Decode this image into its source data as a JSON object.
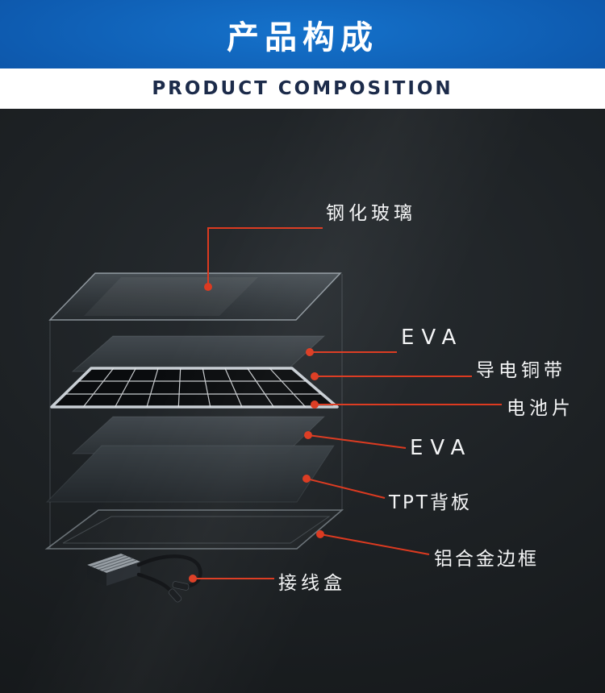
{
  "header": {
    "title_cn": "产品构成",
    "title_en": "PRODUCT COMPOSITION"
  },
  "colors": {
    "banner_blue": "#0e5bb0",
    "banner_text": "#ffffff",
    "subtitle_text": "#1c2b4a",
    "background_dark": "#1d2124",
    "accent_red": "#dc3a20",
    "label_text": "#f4f5f6"
  },
  "diagram": {
    "type": "exploded-view",
    "subject": "solar-panel-module-composition",
    "labels": [
      {
        "id": "tempered-glass",
        "text": "钢化玻璃"
      },
      {
        "id": "eva-top",
        "text": "EVA"
      },
      {
        "id": "copper-ribbon",
        "text": "导电铜带"
      },
      {
        "id": "solar-cell",
        "text": "电池片"
      },
      {
        "id": "eva-bottom",
        "text": "EVA"
      },
      {
        "id": "tpt-backsheet",
        "text": "TPT背板"
      },
      {
        "id": "aluminum-frame",
        "text": "铝合金边框"
      },
      {
        "id": "junction-box",
        "text": "接线盒"
      }
    ]
  }
}
